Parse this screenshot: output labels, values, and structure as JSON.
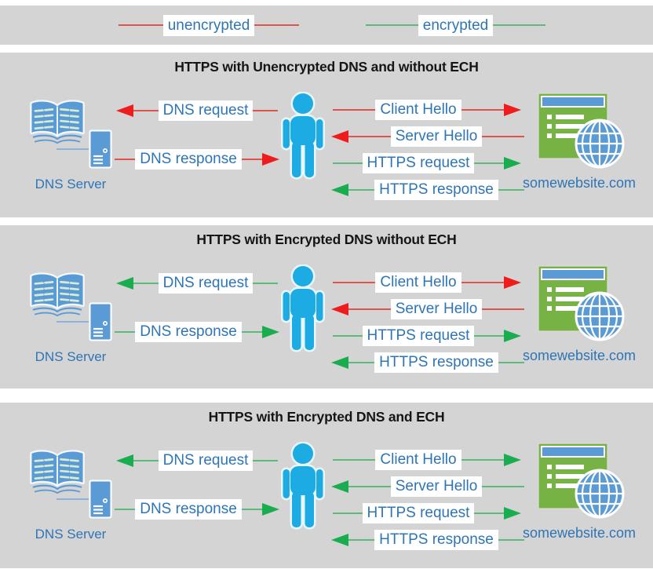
{
  "legend": {
    "unencrypted_label": "unencrypted",
    "encrypted_label": "encrypted"
  },
  "colors": {
    "page_bg": "#ffffff",
    "panel_bg": "#d4d4d4",
    "title_text": "#151515",
    "label_text": "#2e75b6",
    "label_bg": "#ffffff",
    "unencrypted_line": "#e0524c",
    "unencrypted_head": "#ee1c1c",
    "encrypted_line": "#5cba7a",
    "encrypted_head": "#1aad4f",
    "person_blue": "#1cace3",
    "device_blue": "#5b9bd5",
    "browser_green": "#77b244",
    "book_line_green": "#d9ecd0"
  },
  "panels": [
    {
      "title": "HTTPS with Unencrypted DNS and without ECH",
      "dns_server_label": "DNS Server",
      "website_label": "somewebsite.com",
      "arrows": {
        "dns_request": {
          "label": "DNS request",
          "direction": "left",
          "encryption": "unencrypted"
        },
        "dns_response": {
          "label": "DNS response",
          "direction": "right",
          "encryption": "unencrypted"
        },
        "client_hello": {
          "label": "Client Hello",
          "direction": "right",
          "encryption": "unencrypted"
        },
        "server_hello": {
          "label": "Server Hello",
          "direction": "left",
          "encryption": "unencrypted"
        },
        "https_request": {
          "label": "HTTPS request",
          "direction": "right",
          "encryption": "encrypted"
        },
        "https_response": {
          "label": "HTTPS response",
          "direction": "left",
          "encryption": "encrypted"
        }
      }
    },
    {
      "title": "HTTPS with Encrypted DNS without ECH",
      "dns_server_label": "DNS Server",
      "website_label": "somewebsite.com",
      "arrows": {
        "dns_request": {
          "label": "DNS request",
          "direction": "left",
          "encryption": "encrypted"
        },
        "dns_response": {
          "label": "DNS response",
          "direction": "right",
          "encryption": "encrypted"
        },
        "client_hello": {
          "label": "Client Hello",
          "direction": "right",
          "encryption": "unencrypted"
        },
        "server_hello": {
          "label": "Server Hello",
          "direction": "left",
          "encryption": "unencrypted"
        },
        "https_request": {
          "label": "HTTPS request",
          "direction": "right",
          "encryption": "encrypted"
        },
        "https_response": {
          "label": "HTTPS response",
          "direction": "left",
          "encryption": "encrypted"
        }
      }
    },
    {
      "title": "HTTPS with Encrypted DNS and ECH",
      "dns_server_label": "DNS Server",
      "website_label": "somewebsite.com",
      "arrows": {
        "dns_request": {
          "label": "DNS request",
          "direction": "left",
          "encryption": "encrypted"
        },
        "dns_response": {
          "label": "DNS response",
          "direction": "right",
          "encryption": "encrypted"
        },
        "client_hello": {
          "label": "Client Hello",
          "direction": "right",
          "encryption": "encrypted"
        },
        "server_hello": {
          "label": "Server Hello",
          "direction": "left",
          "encryption": "encrypted"
        },
        "https_request": {
          "label": "HTTPS request",
          "direction": "right",
          "encryption": "encrypted"
        },
        "https_response": {
          "label": "HTTPS response",
          "direction": "left",
          "encryption": "encrypted"
        }
      }
    }
  ]
}
